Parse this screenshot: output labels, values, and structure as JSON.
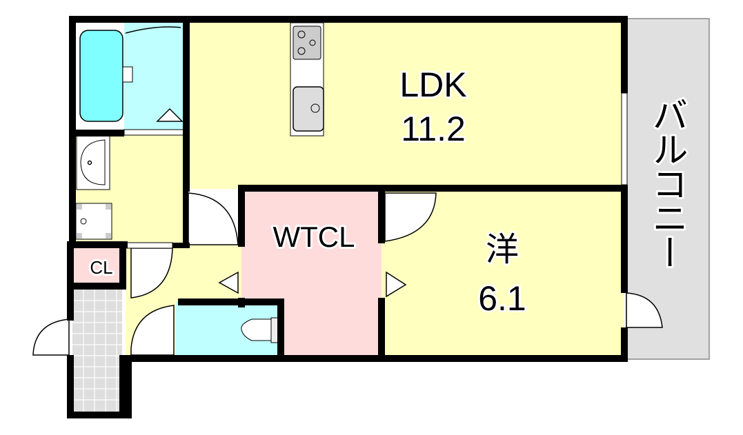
{
  "plan": {
    "rooms": {
      "ldk": {
        "name": "LDK",
        "size": "11.2"
      },
      "western": {
        "name": "洋",
        "size": "6.1"
      },
      "wtcl": {
        "name": "WTCL"
      },
      "closet": {
        "name": "CL"
      },
      "balcony": {
        "name": "バルコニー"
      }
    },
    "colors": {
      "room": "#ffffbf",
      "wet": "#bfffff",
      "tub": "#7fffff",
      "storage": "#ffdcdc",
      "balcony": "#e0e0e0",
      "wall": "#000000"
    }
  }
}
